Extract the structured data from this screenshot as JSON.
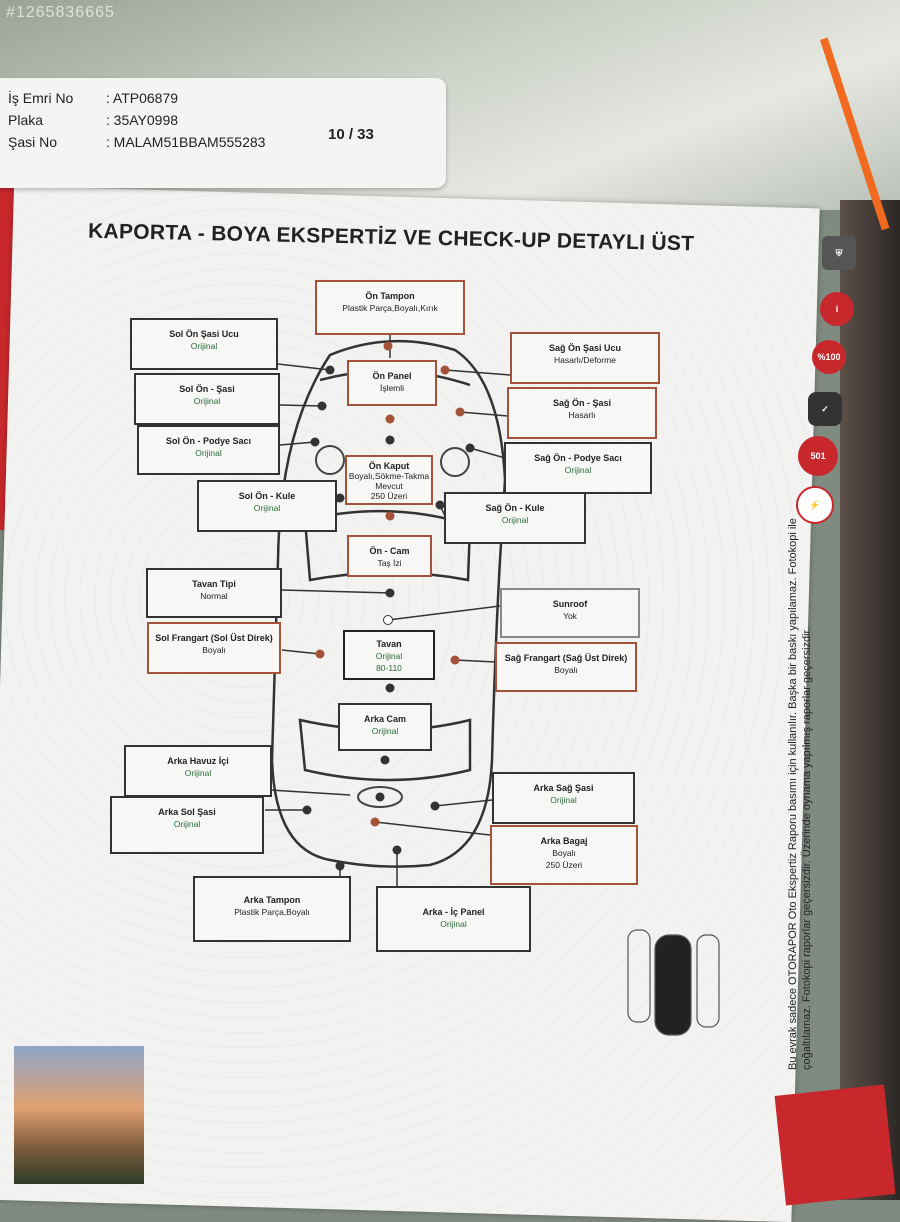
{
  "watermark": "#1265836665",
  "header": {
    "rows": [
      {
        "label": "İş Emri No",
        "value": ": ATP06879"
      },
      {
        "label": "Plaka",
        "value": ": 35AY0998"
      },
      {
        "label": "Şasi No",
        "value": ": MALAM51BBAM555283"
      }
    ],
    "page": "10 / 33"
  },
  "title": "KAPORTA - BOYA EKSPERTİZ VE CHECK-UP DETAYLI ÜST",
  "parts": [
    {
      "id": "on-tampon",
      "name": "Ön Tampon",
      "status": "Plastik Parça,Boyalı,Kırık"
    },
    {
      "id": "sol-on-sasi-ucu",
      "name": "Sol Ön Şasi Ucu",
      "status": "Orijinal"
    },
    {
      "id": "sag-on-sasi-ucu",
      "name": "Sağ Ön Şasi Ucu",
      "status": "Hasarlı/Deforme"
    },
    {
      "id": "on-panel",
      "name": "Ön Panel",
      "status": "İşlemli"
    },
    {
      "id": "sol-on-sasi",
      "name": "Sol Ön - Şasi",
      "status": "Orijinal"
    },
    {
      "id": "sag-on-sasi",
      "name": "Sağ Ön - Şasi",
      "status": "Hasarlı"
    },
    {
      "id": "sol-on-podye",
      "name": "Sol Ön - Podye Sacı",
      "status": "Orijinal"
    },
    {
      "id": "sag-on-podye",
      "name": "Sağ Ön - Podye Sacı",
      "status": "Orijinal"
    },
    {
      "id": "on-kaput",
      "name": "Ön Kaput",
      "status": "Boyalı,Sökme-Takma Mevcut",
      "extra": "250 Üzeri"
    },
    {
      "id": "sol-on-kule",
      "name": "Sol Ön - Kule",
      "status": "Orijinal"
    },
    {
      "id": "sag-on-kule",
      "name": "Sağ Ön - Kule",
      "status": "Orijinal"
    },
    {
      "id": "on-cam",
      "name": "Ön - Cam",
      "status": "Taş İzi"
    },
    {
      "id": "tavan-tipi",
      "name": "Tavan Tipi",
      "status": "Normal"
    },
    {
      "id": "sunroof",
      "name": "Sunroof",
      "status": "Yok"
    },
    {
      "id": "sol-frangart",
      "name": "Sol Frangart (Sol Üst Direk)",
      "status": "Boyalı"
    },
    {
      "id": "tavan",
      "name": "Tavan",
      "status": "Orijinal",
      "extra": "80-110"
    },
    {
      "id": "sag-frangart",
      "name": "Sağ Frangart (Sağ Üst Direk)",
      "status": "Boyalı"
    },
    {
      "id": "arka-cam",
      "name": "Arka Cam",
      "status": "Orijinal"
    },
    {
      "id": "arka-havuz",
      "name": "Arka Havuz İçi",
      "status": "Orijinal"
    },
    {
      "id": "arka-sag-sasi",
      "name": "Arka Sağ Şasi",
      "status": "Orijinal"
    },
    {
      "id": "arka-sol-sasi",
      "name": "Arka Sol Şasi",
      "status": "Orijinal"
    },
    {
      "id": "arka-bagaj",
      "name": "Arka Bagaj",
      "status": "Boyalı",
      "extra": "250 Üzeri"
    },
    {
      "id": "arka-tampon",
      "name": "Arka Tampon",
      "status": "Plastik Parça,Boyalı"
    },
    {
      "id": "arka-ic-panel",
      "name": "Arka - İç Panel",
      "status": "Orijinal"
    }
  ],
  "badges": [
    "%100",
    "501"
  ],
  "side_note": "Bu evrak sadece OTORAPOR Oto Ekspertiz Raporu basımı için kullanılır. Başka bir baskı yapılamaz. Fotokopi ile çoğaltılamaz. Fotokopi raporlar geçersizdir. Üzerinde oynama yapılmış raporlar geçersizdir.",
  "colors": {
    "accent_red": "#c8282c",
    "orange": "#f06a20",
    "brown": "#a5523a"
  }
}
